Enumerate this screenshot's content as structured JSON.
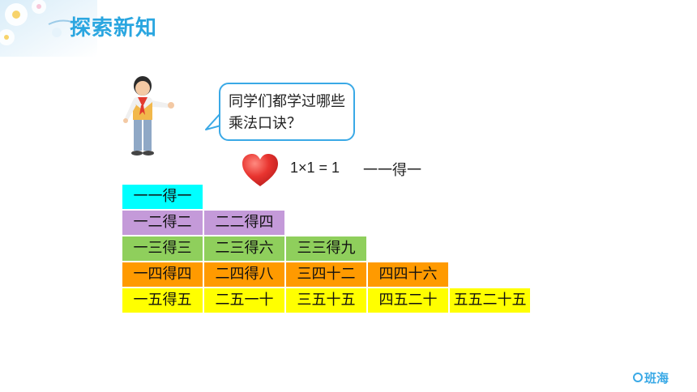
{
  "header": {
    "title": "探索新知"
  },
  "speech": {
    "text": "同学们都学过哪些乘法口诀？"
  },
  "example": {
    "formula": "1×1 = 1",
    "rhyme": "一一得一"
  },
  "table": {
    "rows": [
      [
        "一一得一"
      ],
      [
        "一二得二",
        "二二得四"
      ],
      [
        "一三得三",
        "二三得六",
        "三三得九"
      ],
      [
        "一四得四",
        "二四得八",
        "三四十二",
        "四四十六"
      ],
      [
        "一五得五",
        "二五一十",
        "三五十五",
        "四五二十",
        "五五二十五"
      ]
    ],
    "row_colors": [
      "#00ffff",
      "#c49ad9",
      "#8fcf5c",
      "#ff9a00",
      "#ffff00"
    ]
  },
  "brand": {
    "name": "班海"
  },
  "colors": {
    "title": "#2aa6e0",
    "accent": "#3aa9e6",
    "heart": "#e8342f"
  },
  "icons": [
    "flower-decoration-icon",
    "boy-illustration-icon",
    "heart-icon",
    "logo-circle-icon"
  ]
}
